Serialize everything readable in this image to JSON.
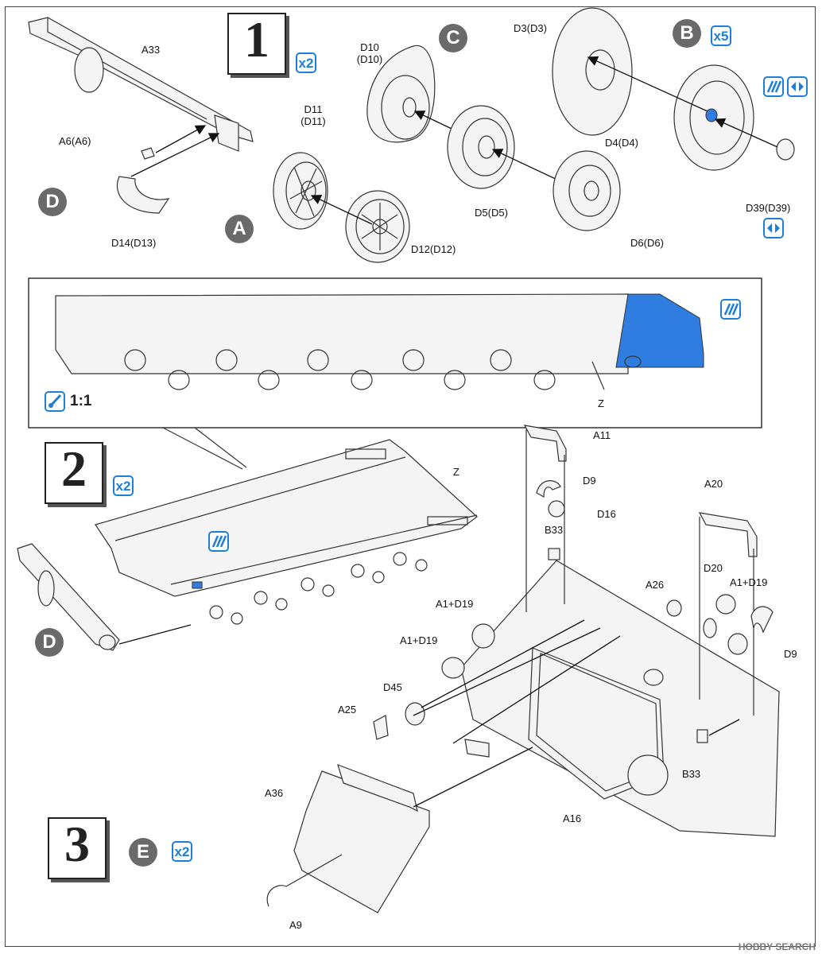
{
  "steps": [
    {
      "number": "1",
      "multiplier": "x2"
    },
    {
      "number": "2",
      "multiplier": "x2"
    },
    {
      "number": "3",
      "multiplier": "x2"
    }
  ],
  "sprues": [
    "C",
    "B",
    "D",
    "A",
    "D",
    "E"
  ],
  "sprue_b_multiplier": "x5",
  "scale_note": "1:1",
  "step1_labels": {
    "a33": "A33",
    "a6": "A6(A6)",
    "d14": "D14(D13)",
    "d11_line1": "D11",
    "d11_line2": "(D11)",
    "d12": "D12(D12)",
    "d10_line1": "D10",
    "d10_line2": "(D10)",
    "d5": "D5(D5)",
    "d6": "D6(D6)",
    "d3": "D3(D3)",
    "d4": "D4(D4)",
    "d39": "D39(D39)"
  },
  "detail_labels": {
    "z": "Z"
  },
  "step2_labels": {
    "z": "Z",
    "d": "D"
  },
  "step3_labels": {
    "a11": "A11",
    "d9_top": "D9",
    "d16": "D16",
    "b33_top": "B33",
    "a20": "A20",
    "a26": "A26",
    "d20": "D20",
    "a1d19_right": "A1+D19",
    "d9_right": "D9",
    "a1d19_mid": "A1+D19",
    "a1d19_left": "A1+D19",
    "d45": "D45",
    "a25": "A25",
    "b33_bottom": "B33",
    "a16": "A16",
    "a36": "A36",
    "a9": "A9"
  },
  "watermark": "HOBBY SEARCH",
  "colors": {
    "accent_blue": "#1e7fd6",
    "sprue_gray": "#6a6a6a",
    "highlight_blue": "#2f7de0"
  }
}
